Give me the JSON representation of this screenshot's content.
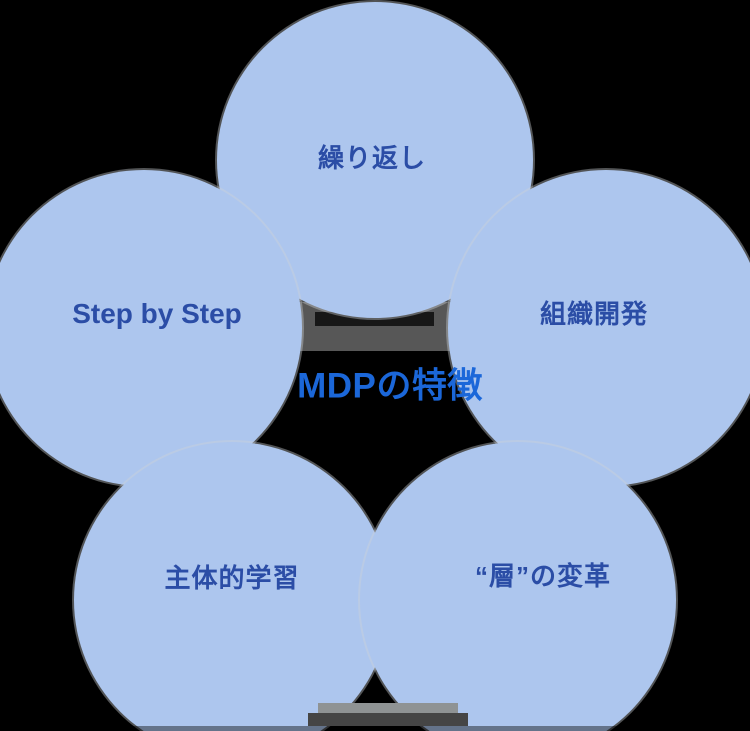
{
  "diagram": {
    "center_title": "MDPの特徴",
    "circles": [
      {
        "position": "top",
        "label": "繰り返し"
      },
      {
        "position": "left",
        "label": "Step by Step"
      },
      {
        "position": "right",
        "label": "組織開発"
      },
      {
        "position": "bottom-left",
        "label": "主体的学習"
      },
      {
        "position": "bottom-right",
        "label": "“層”の変革"
      }
    ],
    "colors": {
      "background": "#000000",
      "circle_fill": "#adc6ee",
      "circle_label": "#2b4da6",
      "center_title": "#1b67d9",
      "backdrop_band_gray": "#575757",
      "backdrop_band_dark": "#171717",
      "backdrop_band_light": "#8f9394"
    }
  }
}
